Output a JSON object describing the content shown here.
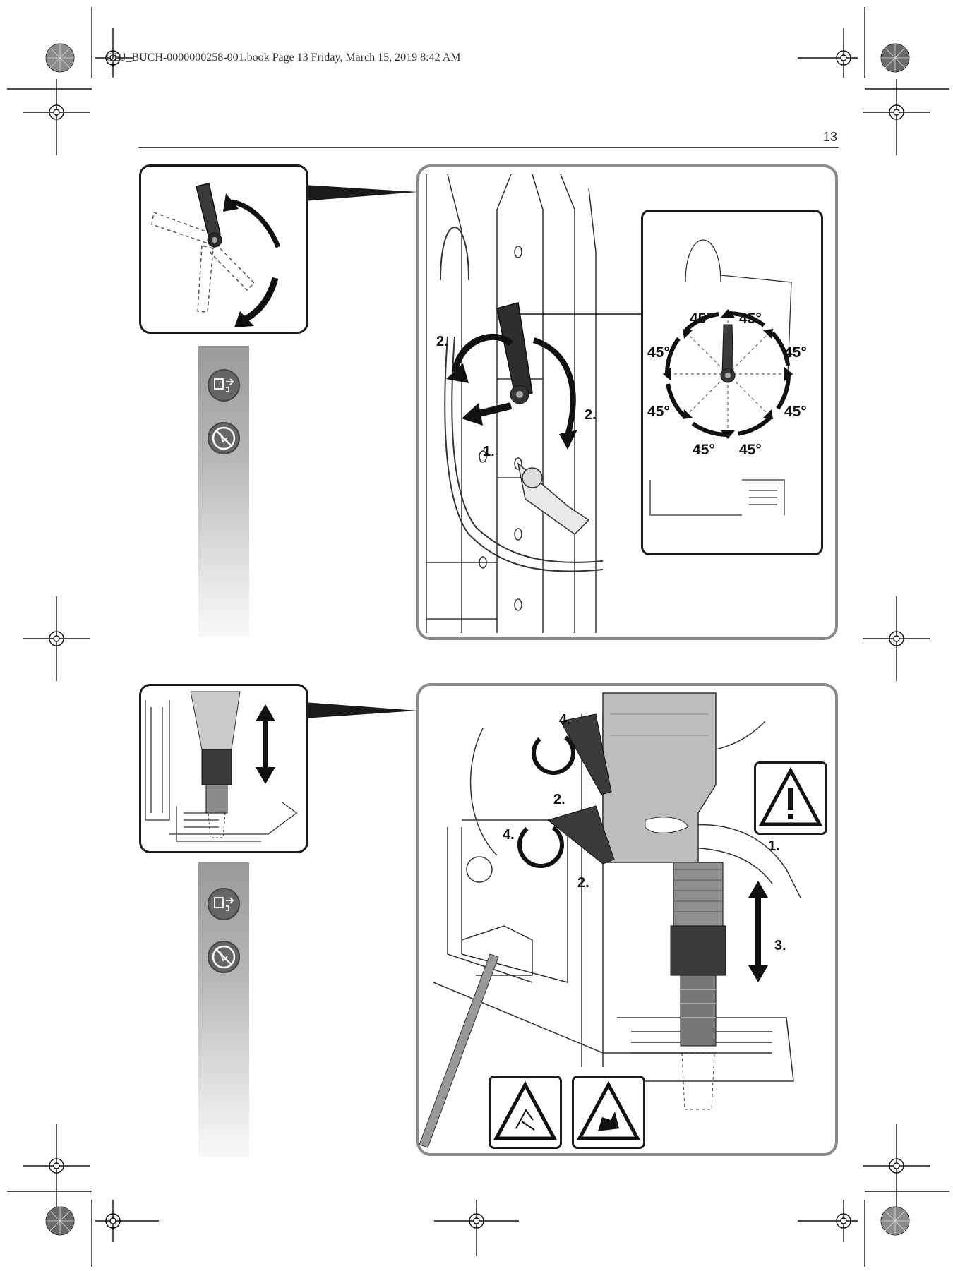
{
  "header": {
    "print_line": "OBJ_BUCH-0000000258-001.book  Page 13  Friday, March 15, 2019  8:42 AM",
    "page_number": "13"
  },
  "figure_top": {
    "steps": {
      "step_1": "1.",
      "step_2_left": "2.",
      "step_2_right": "2."
    },
    "angle_labels": [
      "45°",
      "45°",
      "45°",
      "45°",
      "45°",
      "45°",
      "45°",
      "45°"
    ],
    "side_icons": [
      "unplug-icon",
      "no-touch-hot-icon"
    ]
  },
  "figure_bottom": {
    "steps": {
      "step_4_top": "4.",
      "step_2_top": "2.",
      "step_4_bottom": "4.",
      "step_2_bottom": "2.",
      "step_1": "1.",
      "step_3": "3."
    },
    "side_icons": [
      "unplug-icon",
      "no-touch-hot-icon"
    ],
    "warning_icons": [
      "general-warning-icon",
      "cutting-hazard-icon",
      "hand-crush-hazard-icon"
    ]
  }
}
